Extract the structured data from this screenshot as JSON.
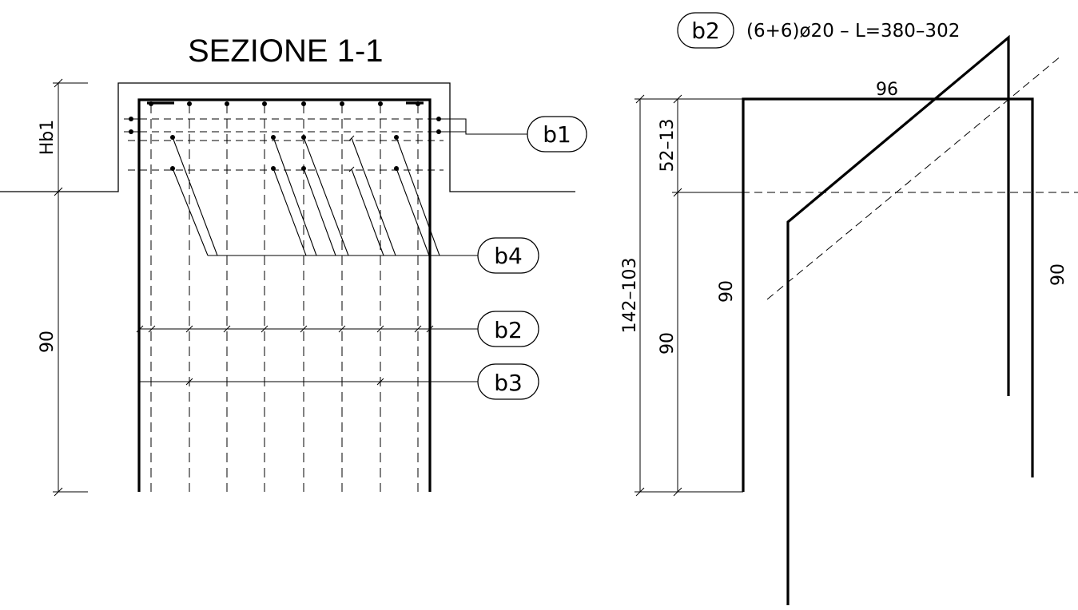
{
  "left": {
    "title": "SEZIONE 1-1",
    "dim_top": "Hb1",
    "dim_bottom": "90",
    "callouts": [
      "b1",
      "b4",
      "b2",
      "b3"
    ]
  },
  "right": {
    "bar_tag": "b2",
    "bar_spec": "(6+6)ø20  –  L=380–302",
    "dim_top_width": "96",
    "dim_outer_vertical": "142–103",
    "dim_upper_vertical": "52–13",
    "dim_lower_vertical": "90",
    "dim_leg_left": "90",
    "dim_leg_right": "90"
  }
}
